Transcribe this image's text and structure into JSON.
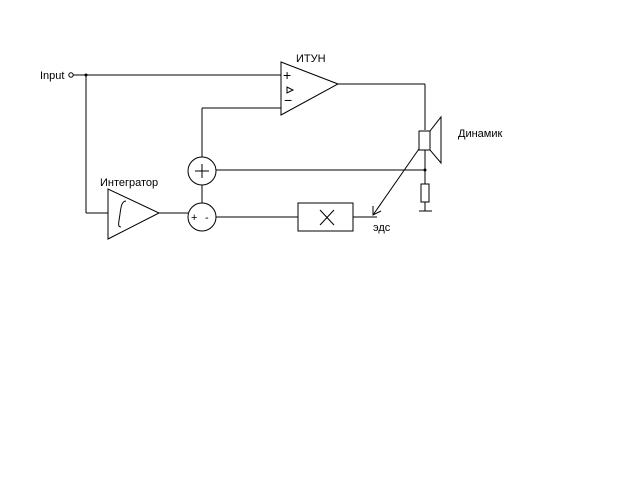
{
  "labels": {
    "input": "Input",
    "itun": "ИТУН",
    "integrator": "Интегратор",
    "speaker": "Динамик",
    "emf": "эдс"
  },
  "symbols": {
    "plus": "+",
    "minus": "−",
    "plus_small": "+",
    "minus_small": "-"
  }
}
